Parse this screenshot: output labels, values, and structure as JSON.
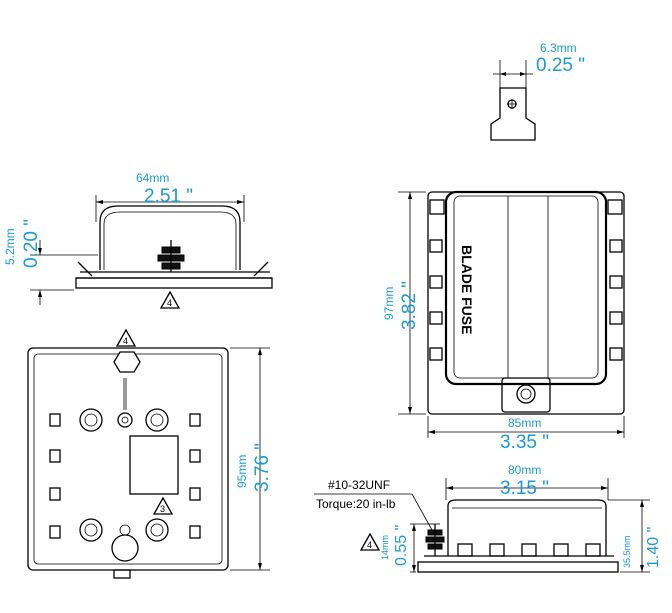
{
  "dimensions": {
    "terminal_width": {
      "mm": "6.3mm",
      "in": "0.25 \""
    },
    "side_width": {
      "mm": "64mm",
      "in": "2.51 \""
    },
    "side_height": {
      "mm": "5.2mm",
      "in": "0.20 \""
    },
    "top_height": {
      "mm": "97mm",
      "in": "3.82 \""
    },
    "top_width": {
      "mm": "85mm",
      "in": "3.35 \""
    },
    "bottom_height": {
      "mm": "95mm",
      "in": "3.76 \""
    },
    "front_width": {
      "mm": "80mm",
      "in": "3.15 \""
    },
    "stud_height": {
      "mm": "14mm",
      "in": "0.55 \""
    },
    "front_height": {
      "mm": "35.5mm",
      "in": "1.40 \""
    }
  },
  "callouts": {
    "thread": "#10-32UNF",
    "torque": "Torque:20 in-lb",
    "product_label": "BLADE FUSE"
  },
  "notes": {
    "note_4": "4",
    "note_3": "3"
  }
}
